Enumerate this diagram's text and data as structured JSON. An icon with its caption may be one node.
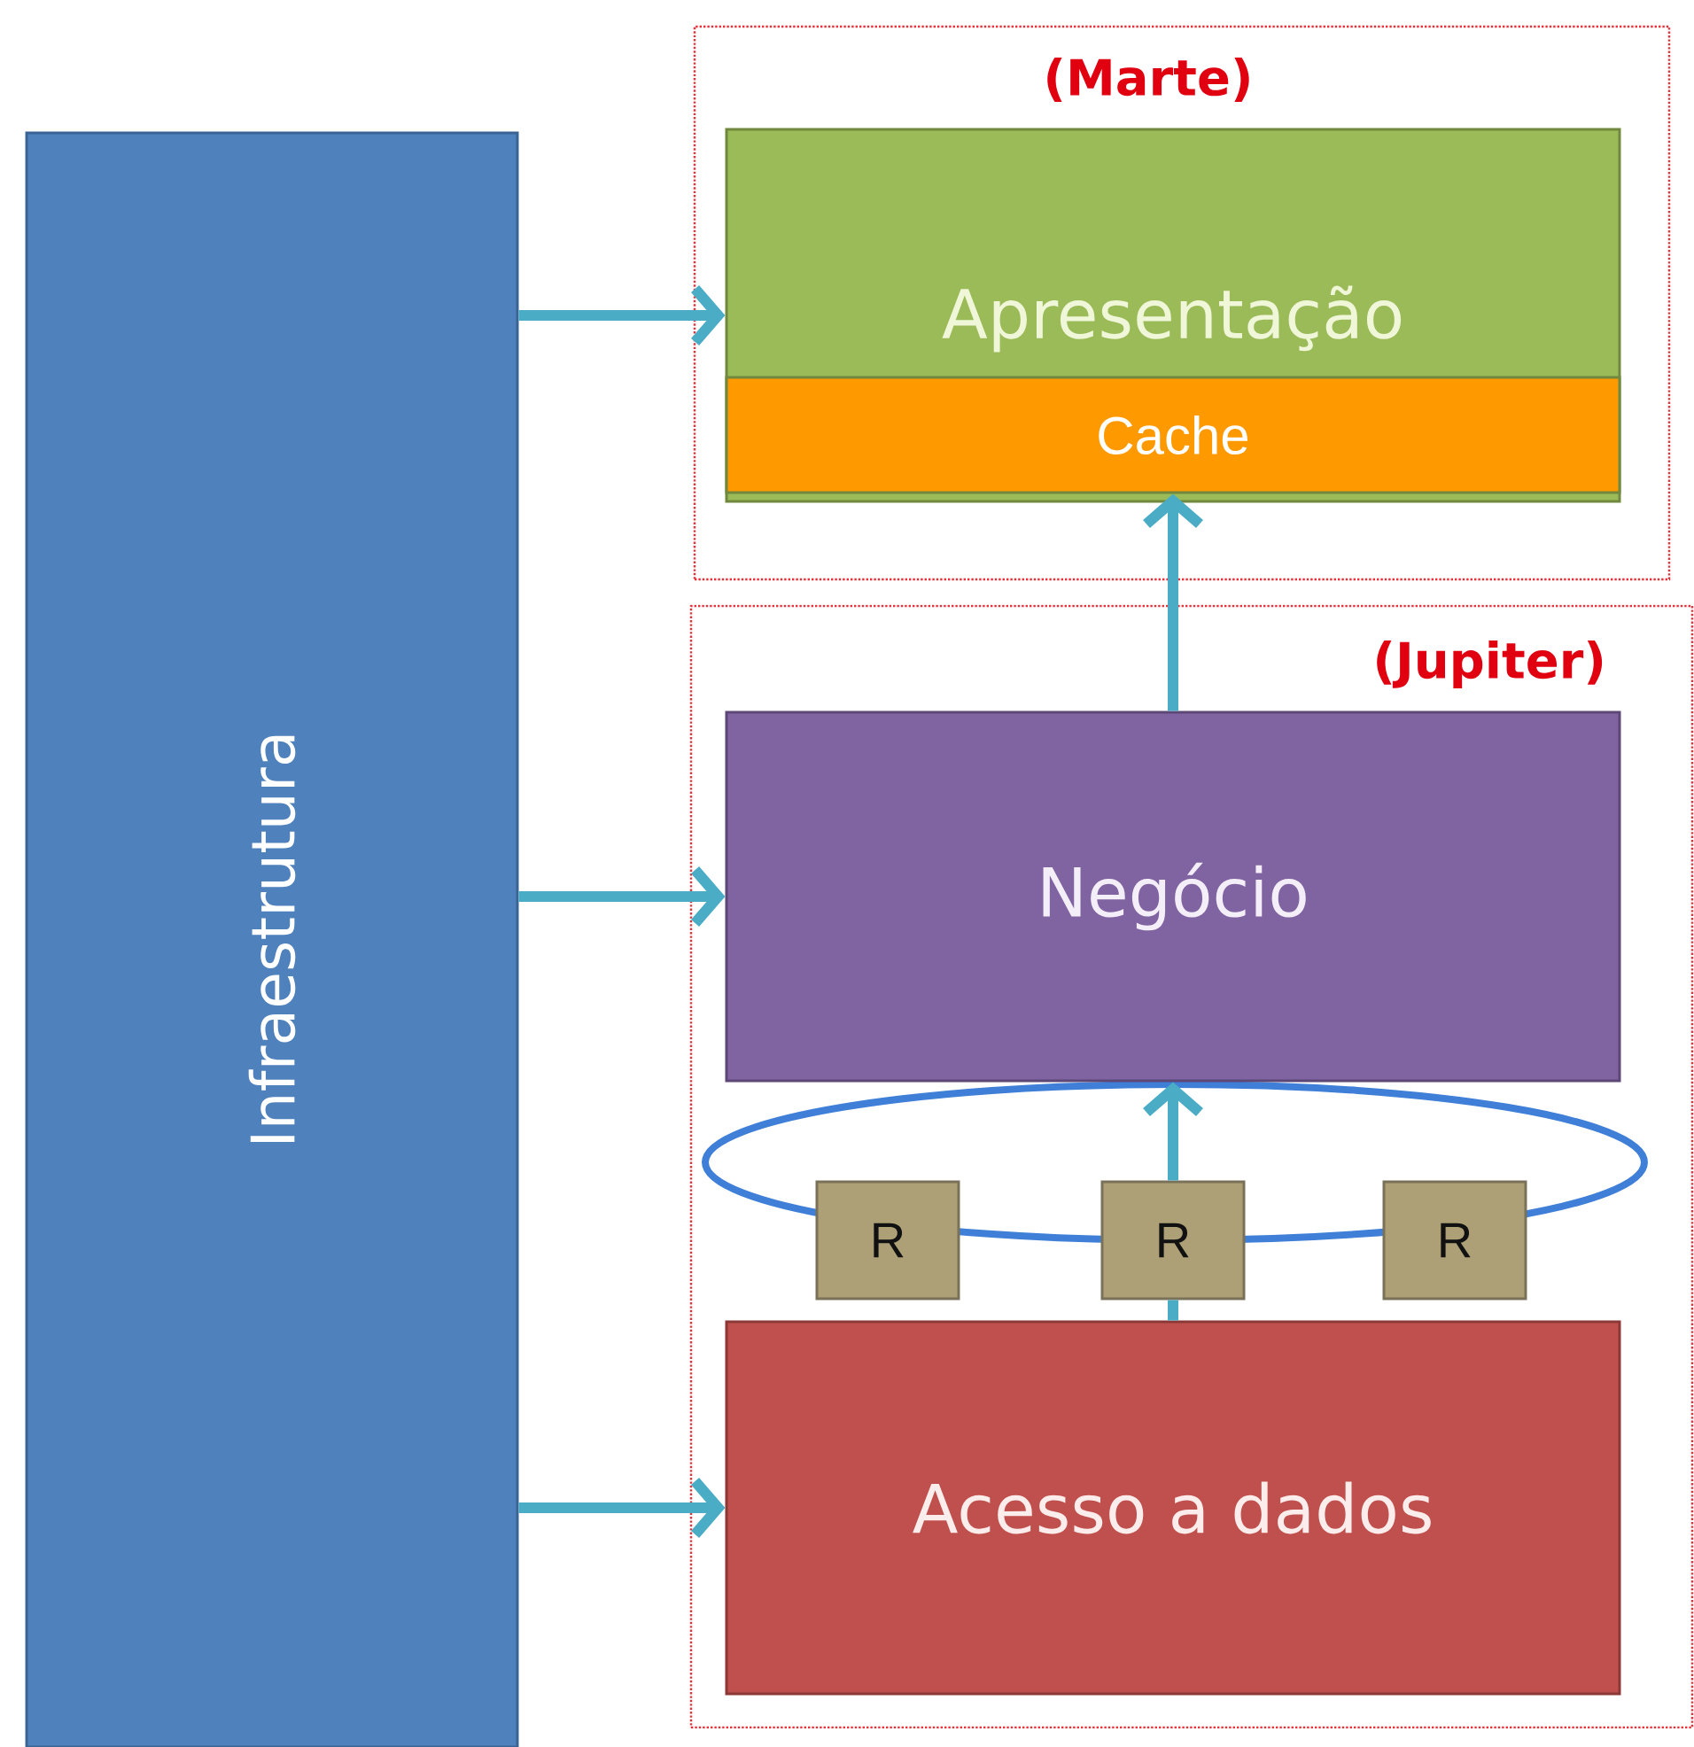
{
  "diagram": {
    "nodes": [
      {
        "text": [
          "Infraestrutura"
        ]
      },
      {
        "text": [
          "(Marte)"
        ]
      },
      {
        "text": [
          "Apresentação"
        ],
        "in": 1
      },
      {
        "text": [
          "Cache"
        ],
        "in": 2
      },
      {
        "text": [
          "(Jupiter)"
        ]
      },
      {
        "text": [
          "Negócio"
        ],
        "in": 4
      },
      {
        "text": [
          "R"
        ],
        "in": 4
      },
      {
        "text": [
          "R"
        ],
        "in": 4
      },
      {
        "text": [
          "R"
        ],
        "in": 4
      },
      {
        "text": [
          "Acesso a dados"
        ],
        "in": 4
      }
    ],
    "edges": [
      {
        "from": 0,
        "to": 2,
        "arrow": "to"
      },
      {
        "from": 0,
        "to": 5,
        "arrow": "to"
      },
      {
        "from": 0,
        "to": 9,
        "arrow": "to"
      },
      {
        "from": 5,
        "to": 3,
        "arrow": "to"
      },
      {
        "from": 9,
        "to": 7,
        "arrow": "none"
      },
      {
        "from": 7,
        "to": 5,
        "arrow": "to"
      }
    ]
  }
}
